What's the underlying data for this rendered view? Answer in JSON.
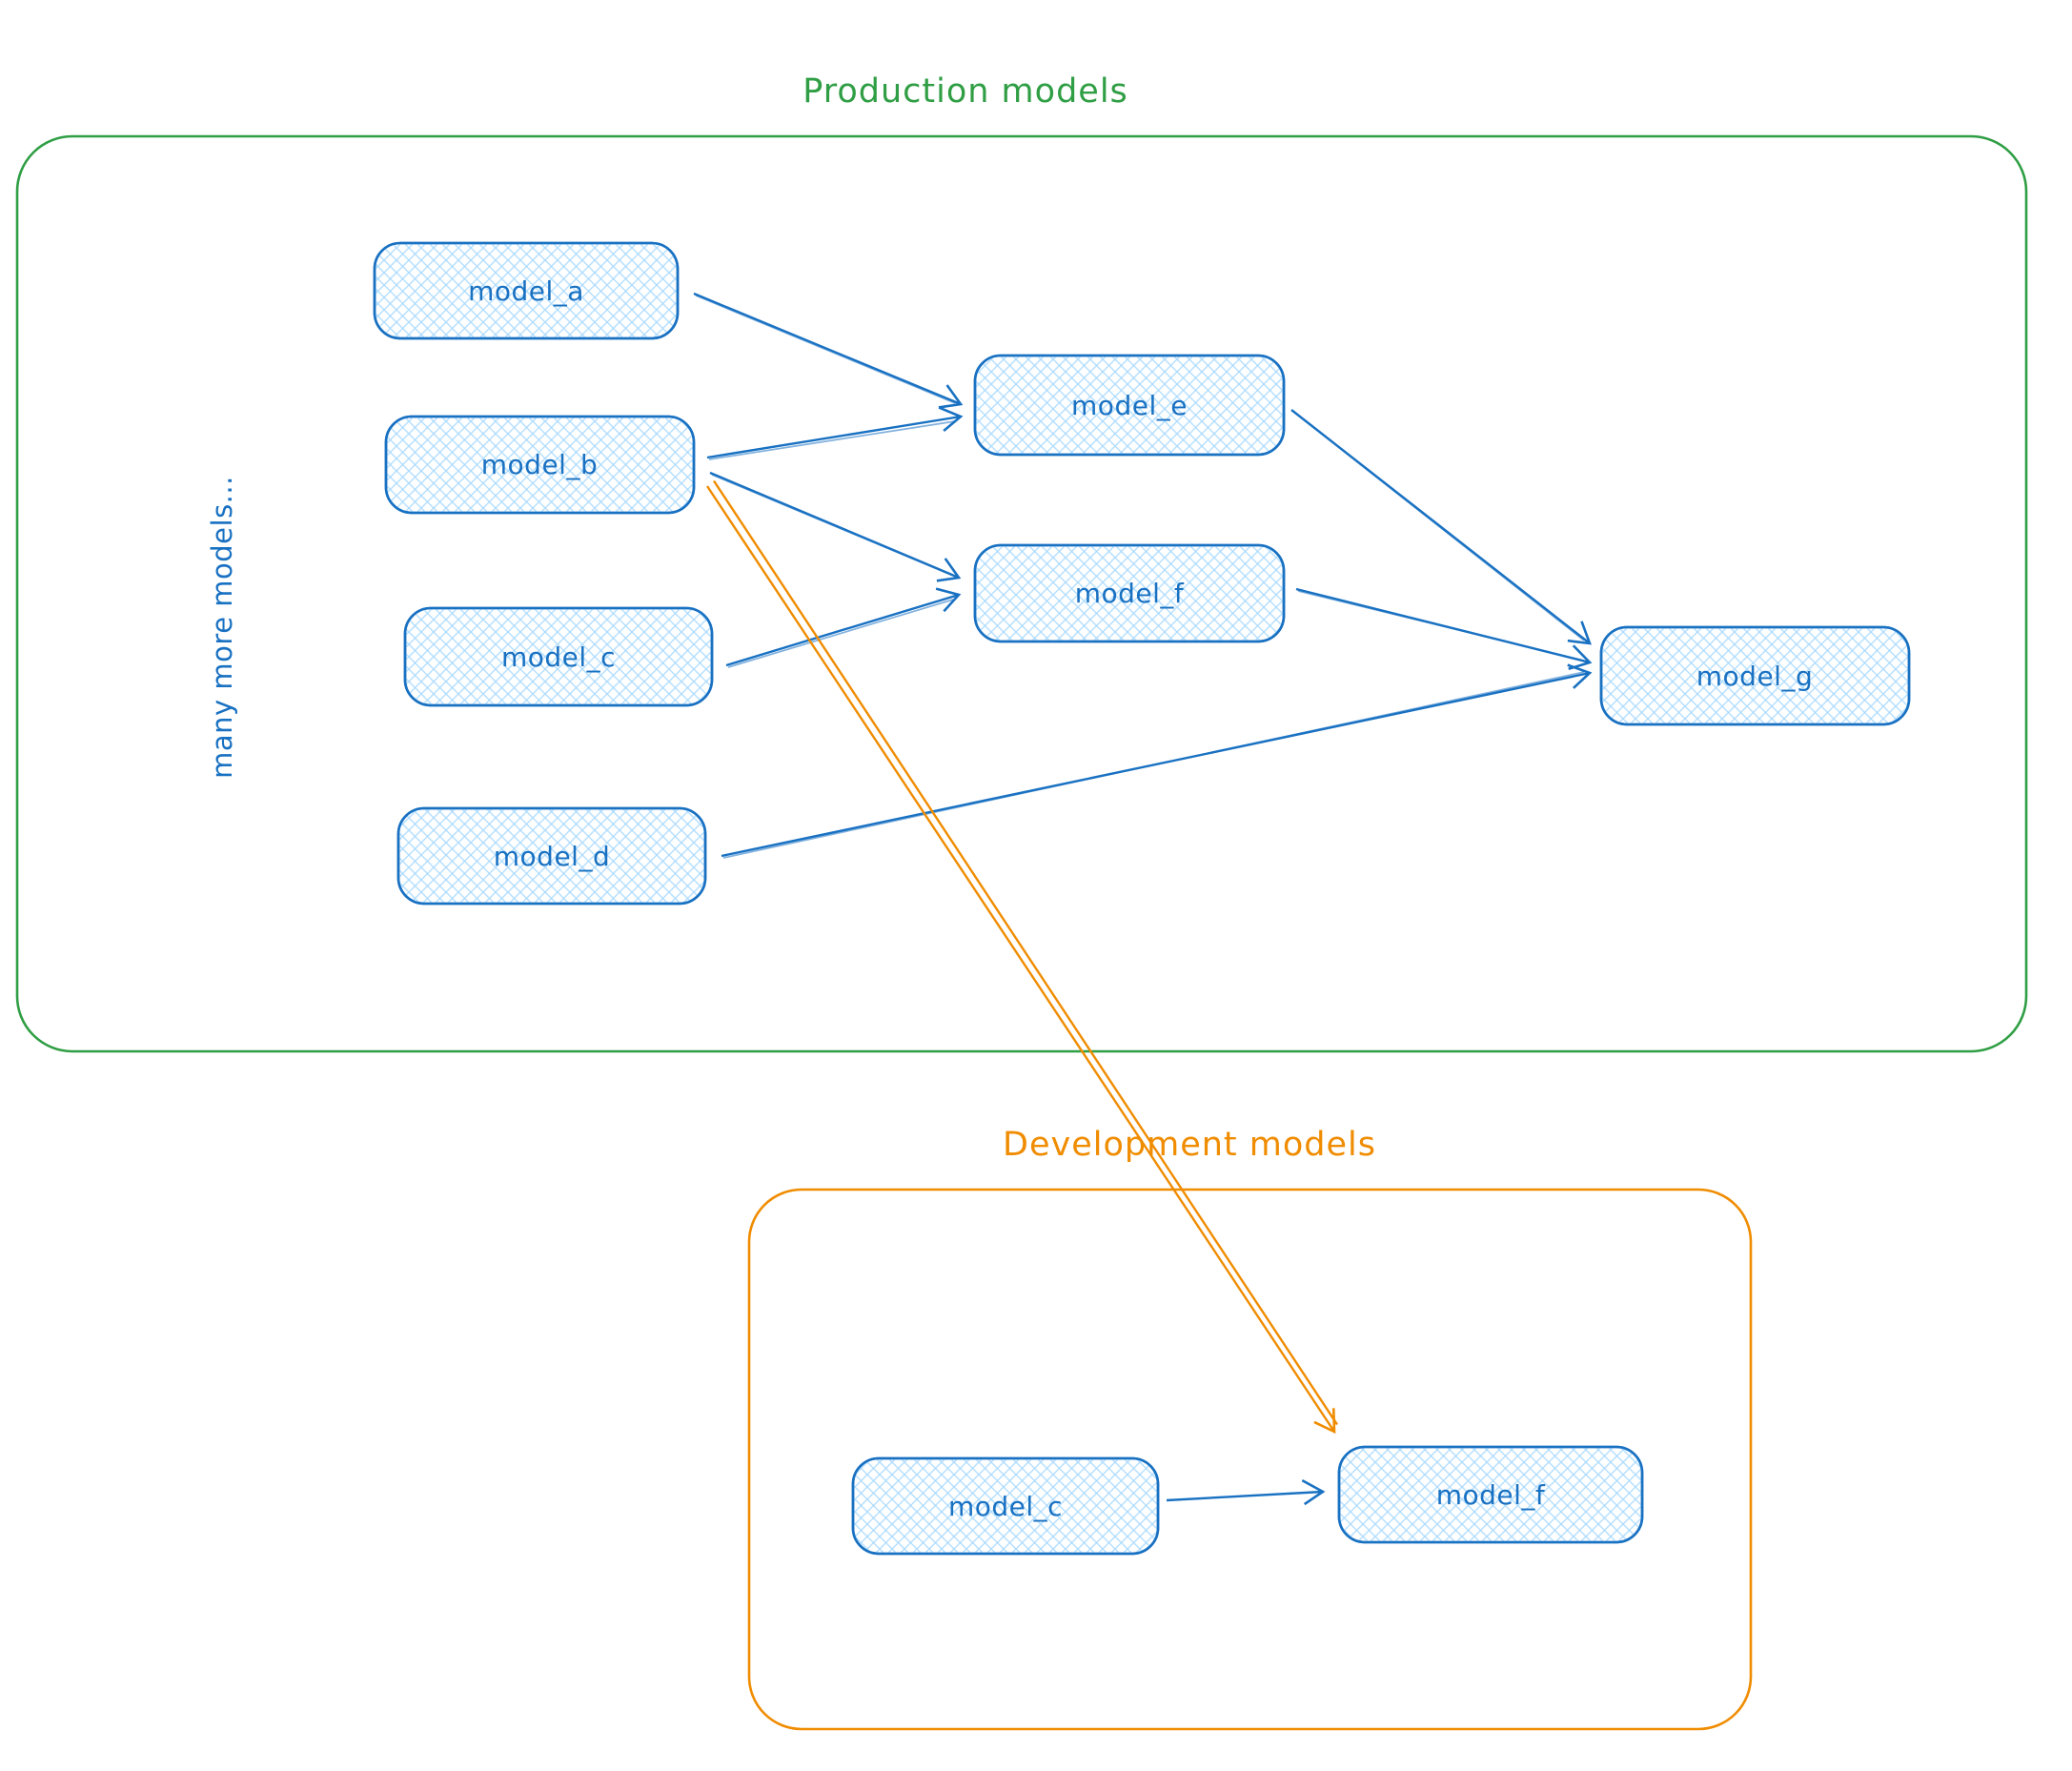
{
  "titles": {
    "production": "Production models",
    "development": "Development models"
  },
  "annotations": {
    "many_more_models": "many more models..."
  },
  "nodes": {
    "model_a": {
      "label": "model_a"
    },
    "model_b": {
      "label": "model_b"
    },
    "model_c": {
      "label": "model_c"
    },
    "model_d": {
      "label": "model_d"
    },
    "model_e": {
      "label": "model_e"
    },
    "model_f": {
      "label": "model_f"
    },
    "model_g": {
      "label": "model_g"
    },
    "dev_model_c": {
      "label": "model_c"
    },
    "dev_model_f": {
      "label": "model_f"
    }
  },
  "edges": [
    {
      "from": "model_a",
      "to": "model_e",
      "color": "#1971c2"
    },
    {
      "from": "model_b",
      "to": "model_e",
      "color": "#1971c2"
    },
    {
      "from": "model_b",
      "to": "model_f",
      "color": "#1971c2"
    },
    {
      "from": "model_c",
      "to": "model_f",
      "color": "#1971c2"
    },
    {
      "from": "model_e",
      "to": "model_g",
      "color": "#1971c2"
    },
    {
      "from": "model_f",
      "to": "model_g",
      "color": "#1971c2"
    },
    {
      "from": "model_d",
      "to": "model_g",
      "color": "#1971c2"
    },
    {
      "from": "model_b",
      "to": "dev_model_f",
      "color": "#f08c00"
    },
    {
      "from": "dev_model_c",
      "to": "dev_model_f",
      "color": "#1971c2"
    }
  ],
  "colors": {
    "production_border": "#2f9e44",
    "development_border": "#f08c00",
    "node_border": "#1971c2",
    "node_fill": "#a5d8ff",
    "blue_edge": "#1971c2",
    "orange_edge": "#f08c00"
  }
}
